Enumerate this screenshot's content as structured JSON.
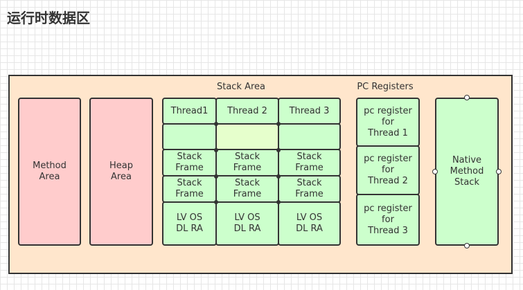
{
  "page_title": "运行时数据区",
  "outer": {
    "stack_area_label": "Stack Area",
    "pc_registers_label": "PC Registers"
  },
  "method_area": "Method\nArea",
  "heap_area": "Heap\nArea",
  "threads": [
    {
      "name": "Thread1",
      "frame1": "Stack\nFrame",
      "frame2": "Stack\nFrame",
      "locals": "LV OS\nDL RA"
    },
    {
      "name": "Thread 2",
      "frame1": "Stack\nFrame",
      "frame2": "Stack\nFrame",
      "locals": "LV OS\nDL RA"
    },
    {
      "name": "Thread 3",
      "frame1": "Stack\nFrame",
      "frame2": "Stack\nFrame",
      "locals": "LV OS\nDL RA"
    }
  ],
  "pc_registers": [
    "pc register\nfor\nThread 1",
    "pc register\nfor\nThread 2",
    "pc register\nfor\nThread 3"
  ],
  "native_stack": "Native\nMethod\nStack",
  "colors": {
    "outer_fill": "#ffe6cc",
    "area_fill": "#ffcccc",
    "stack_fill": "#ccffcc",
    "empty_cell_fill": "#e6ffcc",
    "stroke": "#333333"
  }
}
